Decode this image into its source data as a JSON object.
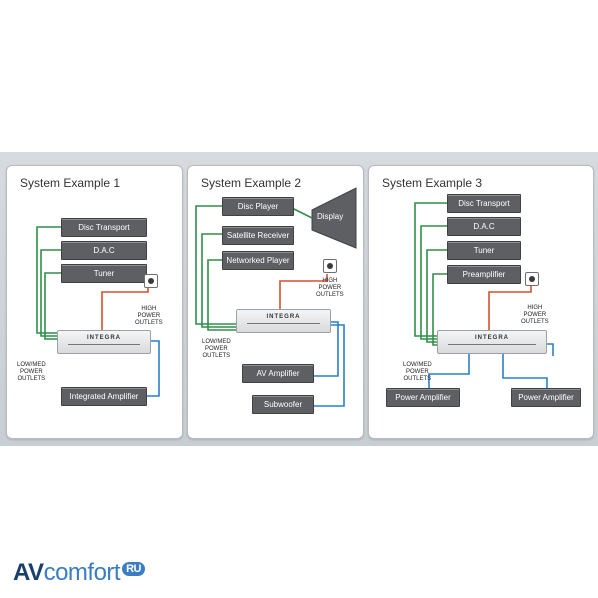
{
  "panels": [
    {
      "title": "System Example 1",
      "components": [
        "Disc Transport",
        "D.A.C",
        "Tuner"
      ],
      "amplifier": "Integrated Amplifier",
      "integra_label": "INTEGRA",
      "high_power_note": [
        "HIGH",
        "POWER",
        "OUTLETS"
      ],
      "low_power_note": [
        "LOW/MED",
        "POWER",
        "OUTLETS"
      ]
    },
    {
      "title": "System Example 2",
      "components": [
        "Disc Player",
        "Satellite Receiver",
        "Networked Player"
      ],
      "display": "Display",
      "amplifiers": [
        "AV Amplifier",
        "Subwoofer"
      ],
      "integra_label": "INTEGRA",
      "high_power_note": [
        "HIGH",
        "POWER",
        "OUTLETS"
      ],
      "low_power_note": [
        "LOW/MED",
        "POWER",
        "OUTLETS"
      ]
    },
    {
      "title": "System Example 3",
      "components": [
        "Disc Transport",
        "D.A.C",
        "Tuner",
        "Preamplifier"
      ],
      "amplifiers": [
        "Power Amplifier",
        "Power Amplifier"
      ],
      "integra_label": "INTEGRA",
      "high_power_note": [
        "HIGH",
        "POWER",
        "OUTLETS"
      ],
      "low_power_note": [
        "LOW/MED",
        "POWER",
        "OUTLETS"
      ]
    }
  ],
  "wire_colors": {
    "green": "#2f8f4a",
    "blue": "#2a7fc9",
    "red": "#d4512b"
  },
  "brand": {
    "av": "AV",
    "comfort": "comfort",
    "ru": "RU"
  }
}
